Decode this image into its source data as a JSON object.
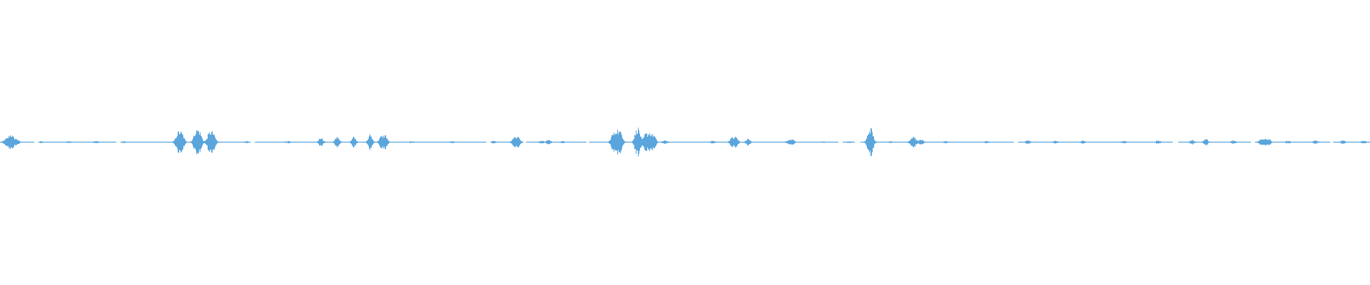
{
  "waveform": {
    "color": "#5aa5dc",
    "background": "#ffffff",
    "amplitude_peaks": [
      [
        0.004,
        0.02
      ],
      [
        0.007,
        0.045
      ],
      [
        0.009,
        0.03
      ],
      [
        0.012,
        0.02
      ],
      [
        0.03,
        0.005
      ],
      [
        0.05,
        0.004
      ],
      [
        0.07,
        0.006
      ],
      [
        0.09,
        0.004
      ],
      [
        0.13,
        0.008
      ],
      [
        0.129,
        0.04
      ],
      [
        0.131,
        0.05
      ],
      [
        0.133,
        0.045
      ],
      [
        0.142,
        0.05
      ],
      [
        0.144,
        0.065
      ],
      [
        0.146,
        0.05
      ],
      [
        0.152,
        0.045
      ],
      [
        0.154,
        0.055
      ],
      [
        0.156,
        0.04
      ],
      [
        0.18,
        0.004
      ],
      [
        0.21,
        0.006
      ],
      [
        0.234,
        0.035
      ],
      [
        0.246,
        0.04
      ],
      [
        0.258,
        0.04
      ],
      [
        0.27,
        0.055
      ],
      [
        0.278,
        0.04
      ],
      [
        0.281,
        0.05
      ],
      [
        0.3,
        0.004
      ],
      [
        0.33,
        0.005
      ],
      [
        0.36,
        0.006
      ],
      [
        0.375,
        0.035
      ],
      [
        0.378,
        0.04
      ],
      [
        0.395,
        0.008
      ],
      [
        0.4,
        0.015
      ],
      [
        0.41,
        0.006
      ],
      [
        0.447,
        0.055
      ],
      [
        0.45,
        0.09
      ],
      [
        0.453,
        0.07
      ],
      [
        0.464,
        0.06
      ],
      [
        0.466,
        0.08
      ],
      [
        0.471,
        0.06
      ],
      [
        0.474,
        0.065
      ],
      [
        0.477,
        0.05
      ],
      [
        0.485,
        0.012
      ],
      [
        0.52,
        0.008
      ],
      [
        0.534,
        0.03
      ],
      [
        0.537,
        0.035
      ],
      [
        0.546,
        0.025
      ],
      [
        0.575,
        0.01
      ],
      [
        0.578,
        0.02
      ],
      [
        0.6,
        0.004
      ],
      [
        0.62,
        0.004
      ],
      [
        0.634,
        0.065
      ],
      [
        0.636,
        0.075
      ],
      [
        0.65,
        0.004
      ],
      [
        0.665,
        0.02
      ],
      [
        0.667,
        0.035
      ],
      [
        0.672,
        0.02
      ],
      [
        0.69,
        0.006
      ],
      [
        0.72,
        0.005
      ],
      [
        0.75,
        0.012
      ],
      [
        0.77,
        0.008
      ],
      [
        0.79,
        0.01
      ],
      [
        0.82,
        0.008
      ],
      [
        0.845,
        0.01
      ],
      [
        0.87,
        0.015
      ],
      [
        0.88,
        0.02
      ],
      [
        0.9,
        0.01
      ],
      [
        0.92,
        0.016
      ],
      [
        0.923,
        0.026
      ],
      [
        0.926,
        0.022
      ],
      [
        0.94,
        0.008
      ],
      [
        0.96,
        0.01
      ],
      [
        0.98,
        0.012
      ],
      [
        0.995,
        0.008
      ]
    ],
    "silence_gaps": [
      [
        0.025,
        0.028
      ],
      [
        0.085,
        0.088
      ],
      [
        0.183,
        0.186
      ],
      [
        0.355,
        0.358
      ],
      [
        0.382,
        0.384
      ],
      [
        0.428,
        0.43
      ],
      [
        0.612,
        0.615
      ],
      [
        0.624,
        0.628
      ],
      [
        0.74,
        0.743
      ],
      [
        0.856,
        0.86
      ],
      [
        0.913,
        0.916
      ],
      [
        0.971,
        0.973
      ]
    ]
  }
}
